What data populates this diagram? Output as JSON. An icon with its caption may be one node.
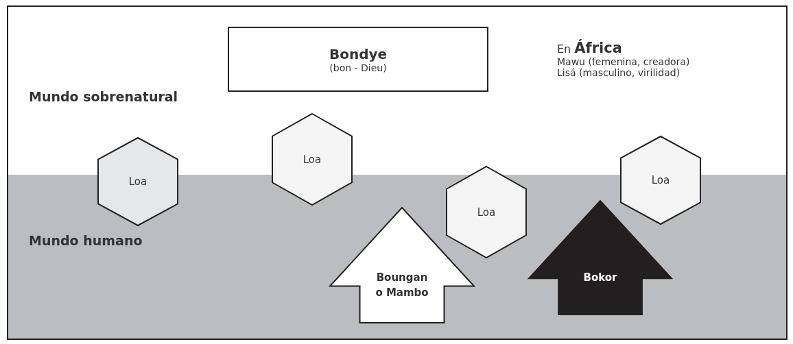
{
  "diagram": {
    "nodes": [
      {
        "text": [
          "Mundo sobrenatural"
        ]
      },
      {
        "text": [
          "Bondye",
          "(bon - Dieu)"
        ],
        "in": 0
      },
      {
        "text": [
          "Mundo humano"
        ]
      },
      {
        "text": [
          "Loa"
        ]
      },
      {
        "text": [
          "Loa"
        ]
      },
      {
        "text": [
          "Loa"
        ]
      },
      {
        "text": [
          "Loa"
        ]
      },
      {
        "text": [
          "Boungan o Mambo"
        ],
        "in": 2
      },
      {
        "text": [
          "Bokor"
        ],
        "in": 2
      }
    ],
    "labels": [
      "En **África**",
      "Mawu (femenina, creadora)",
      "Lisá (masculino, virilidad)"
    ]
  }
}
